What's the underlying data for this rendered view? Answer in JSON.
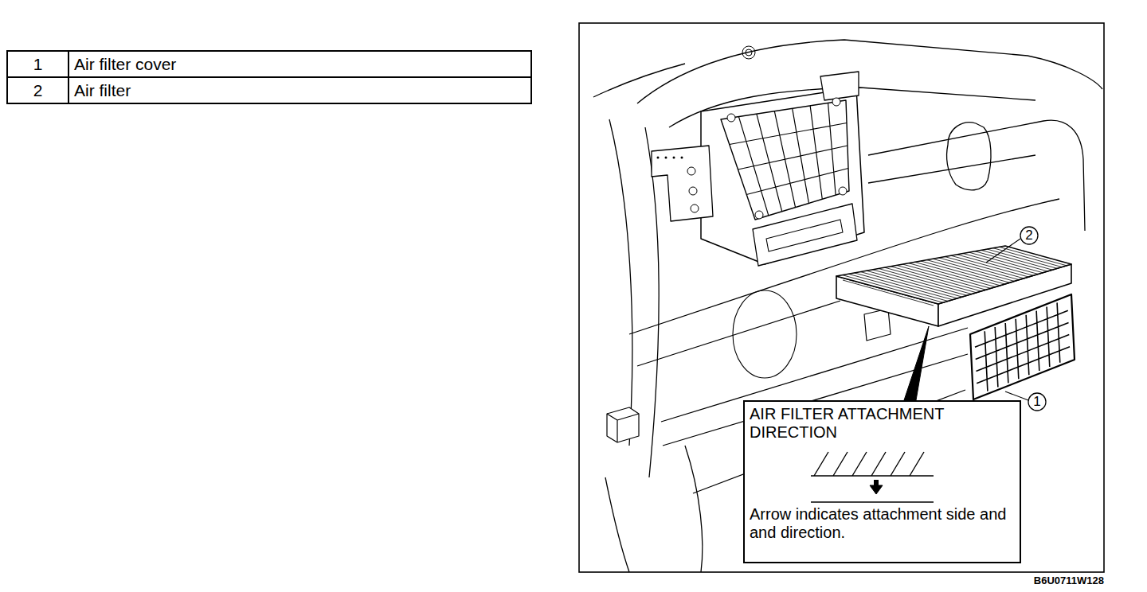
{
  "diagram": {
    "nodes": [
      {
        "text": [
          "AIR FILTER ATTACHMENT DIRECTION",
          "Arrow indicates attachment side and and direction."
        ]
      }
    ],
    "labels": [
      "1",
      "Air filter cover",
      "2",
      "Air filter",
      "2",
      "1",
      "B6U0711W128"
    ]
  }
}
